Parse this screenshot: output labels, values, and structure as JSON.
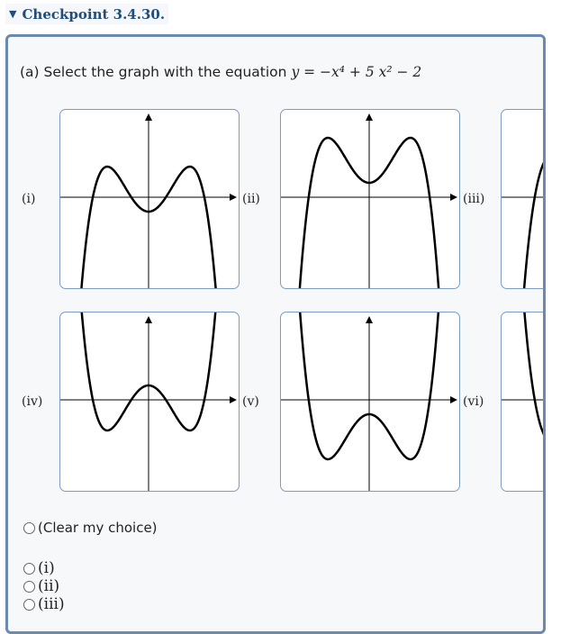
{
  "header": {
    "title": "Checkpoint 3.4.30."
  },
  "question": {
    "prefix": "(a) Select the graph with the equation",
    "equation": "y = −x⁴ + 5 x² − 2"
  },
  "graphs": [
    {
      "label": "(i)",
      "coeffs": [
        -1,
        5,
        -2
      ]
    },
    {
      "label": "(ii)",
      "coeffs": [
        -1,
        5,
        2
      ]
    },
    {
      "label": "(iii)",
      "coeffs": [
        -1,
        4,
        2
      ]
    },
    {
      "label": "(iv)",
      "coeffs": [
        1,
        -5,
        2
      ]
    },
    {
      "label": "(v)",
      "coeffs": [
        1,
        -5,
        -2
      ]
    },
    {
      "label": "(vi)",
      "coeffs": [
        1,
        -4,
        -2
      ]
    }
  ],
  "options": {
    "clear": "(Clear my choice)",
    "choices": [
      "(i)",
      "(ii)",
      "(iii)"
    ]
  }
}
